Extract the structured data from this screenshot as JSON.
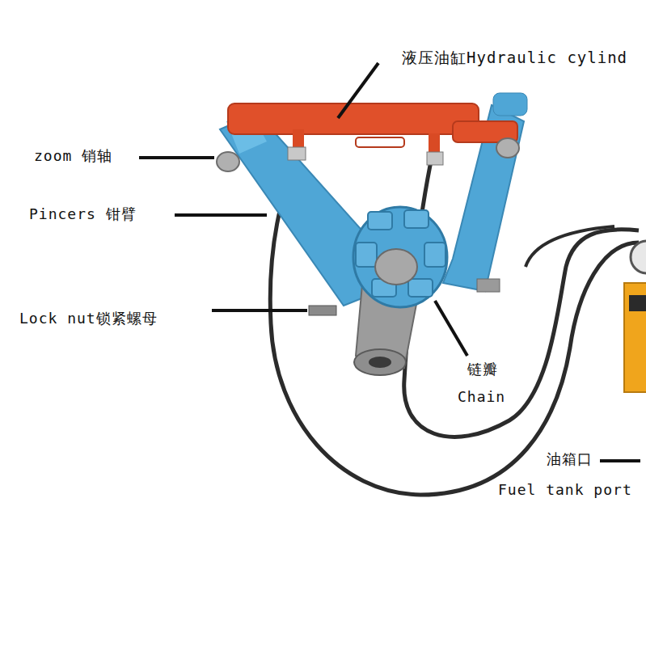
{
  "diagram": {
    "labels": [
      "液压油缸Hydraulic cylind",
      "zoom 销轴",
      "Pincers 钳臂",
      "Lock nut锁紧螺母",
      "链瓣",
      "Chain",
      "油箱口",
      "Fuel tank port"
    ]
  }
}
